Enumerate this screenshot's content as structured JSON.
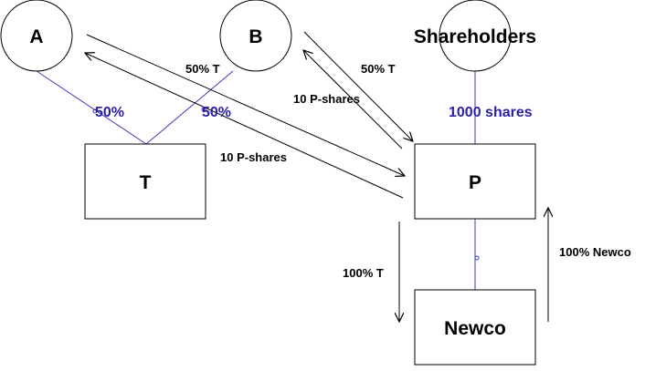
{
  "nodes": {
    "a": {
      "label": "A"
    },
    "b": {
      "label": "B"
    },
    "shareholders": {
      "label": "Shareholders"
    },
    "t": {
      "label": "T"
    },
    "p": {
      "label": "P"
    },
    "newco": {
      "label": "Newco"
    }
  },
  "edge_labels": {
    "a_t_pct": "50%",
    "b_t_pct": "50%",
    "a_to_p": "50% T",
    "p_to_a": "10 P-shares",
    "b_to_p": "50% T",
    "p_to_b": "10 P-shares",
    "shareholders_p": "1000 shares",
    "p_to_newco": "100% T",
    "newco_to_p": "100% Newco"
  },
  "colors": {
    "ownership_line": "#3a3ab8",
    "ownership_text": "#2b1ea8",
    "transfer_line": "#000000"
  }
}
